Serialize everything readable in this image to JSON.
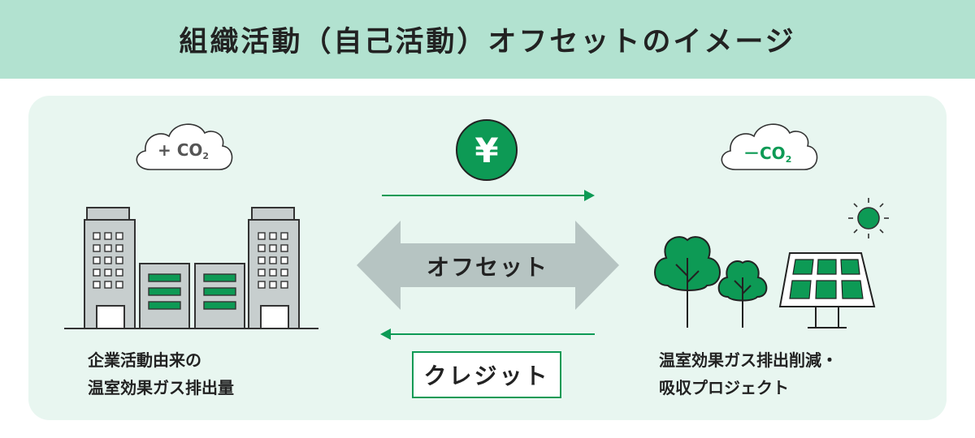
{
  "header": {
    "title": "組織活動（自己活動）オフセットのイメージ"
  },
  "left": {
    "cloud_sign": "+",
    "cloud_co": "CO",
    "cloud_sub": "2",
    "caption_line1": "企業活動由来の",
    "caption_line2": "温室効果ガス排出量"
  },
  "right": {
    "cloud_sign": "－",
    "cloud_co": "CO",
    "cloud_sub": "2",
    "caption_line1": "温室効果ガス排出削減・",
    "caption_line2": "吸収プロジェクト"
  },
  "center": {
    "yen_symbol": "¥",
    "offset_label": "オフセット",
    "credit_label": "クレジット"
  },
  "colors": {
    "accent_green": "#0d9a55",
    "header_bg": "#b2e2d0",
    "panel_bg": "#e8f6f0",
    "arrow_gray": "#b6c4c2",
    "building_gray": "#c7cece"
  }
}
